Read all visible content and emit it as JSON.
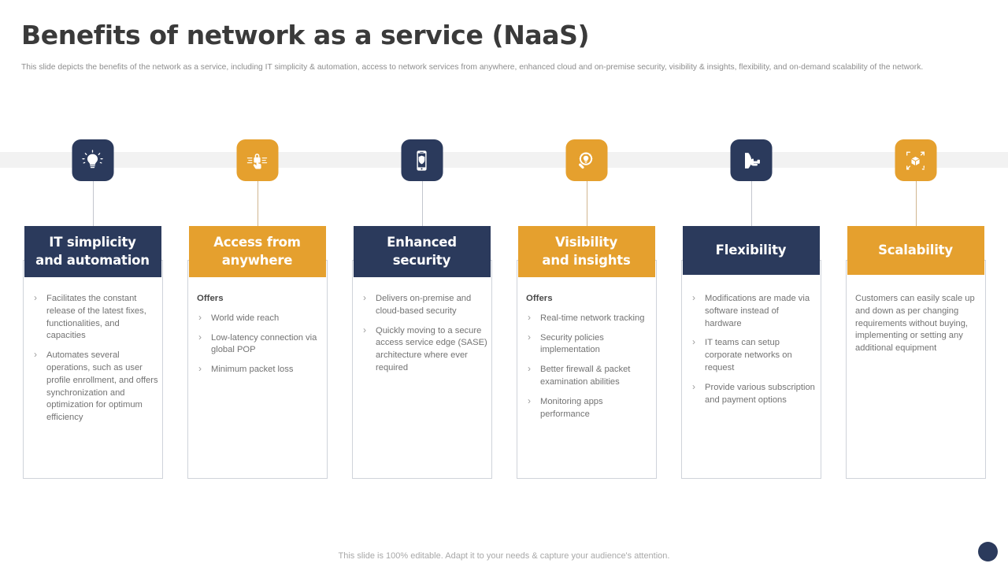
{
  "header": {
    "title": "Benefits of network as a service (NaaS)",
    "subtitle": "This slide depicts the benefits of the network as a service, including IT simplicity & automation, access to network services from anywhere, enhanced cloud and on-premise security, visibility & insights, flexibility, and on-demand scalability of the network."
  },
  "colors": {
    "navy": "#2b3a5c",
    "orange": "#e5a02e",
    "card_border": "#cfd3da",
    "body_text": "#737373",
    "band": "#f2f2f2"
  },
  "columns": [
    {
      "icon": "lightbulb-icon",
      "theme": "navy",
      "title": "IT simplicity and automation",
      "title_lines": [
        "IT simplicity",
        "and automation"
      ],
      "offers_label": "",
      "bullets": [
        "Facilitates the constant release of the latest fixes, functionalities, and capacities",
        "Automates several operations, such as user profile enrollment, and offers synchronization and optimization for optimum efficiency"
      ],
      "paragraph": ""
    },
    {
      "icon": "lock-hand-icon",
      "theme": "orange",
      "title": "Access from anywhere",
      "title_lines": [
        "Access from",
        "anywhere"
      ],
      "offers_label": "Offers",
      "bullets": [
        "World wide reach",
        "Low-latency connection via global POP",
        "Minimum packet loss"
      ],
      "paragraph": ""
    },
    {
      "icon": "phone-shield-icon",
      "theme": "navy",
      "title": "Enhanced security",
      "title_lines": [
        "Enhanced",
        "security"
      ],
      "offers_label": "",
      "bullets": [
        "Delivers on-premise and cloud-based security",
        "Quickly moving to a secure access service edge (SASE) architecture where ever required"
      ],
      "paragraph": ""
    },
    {
      "icon": "magnifier-bulb-icon",
      "theme": "orange",
      "title": "Visibility and insights",
      "title_lines": [
        "Visibility",
        "and insights"
      ],
      "offers_label": "Offers",
      "bullets": [
        "Real-time network tracking",
        "Security policies implementation",
        "Better firewall & packet examination abilities",
        "Monitoring apps performance"
      ],
      "paragraph": ""
    },
    {
      "icon": "flex-hand-icon",
      "theme": "navy",
      "title": "Flexibility",
      "title_lines": [
        "Flexibility"
      ],
      "offers_label": "",
      "bullets": [
        "Modifications are made via software instead of hardware",
        "IT teams can setup corporate networks on request",
        "Provide various subscription and payment options"
      ],
      "paragraph": ""
    },
    {
      "icon": "cube-expand-icon",
      "theme": "orange",
      "title": "Scalability",
      "title_lines": [
        "Scalability"
      ],
      "offers_label": "",
      "bullets": [],
      "paragraph": "Customers can easily scale up and down as per changing requirements without buying, implementing or setting any additional equipment"
    }
  ],
  "footer": {
    "note": "This slide is 100% editable. Adapt it to your needs & capture your audience's attention."
  }
}
